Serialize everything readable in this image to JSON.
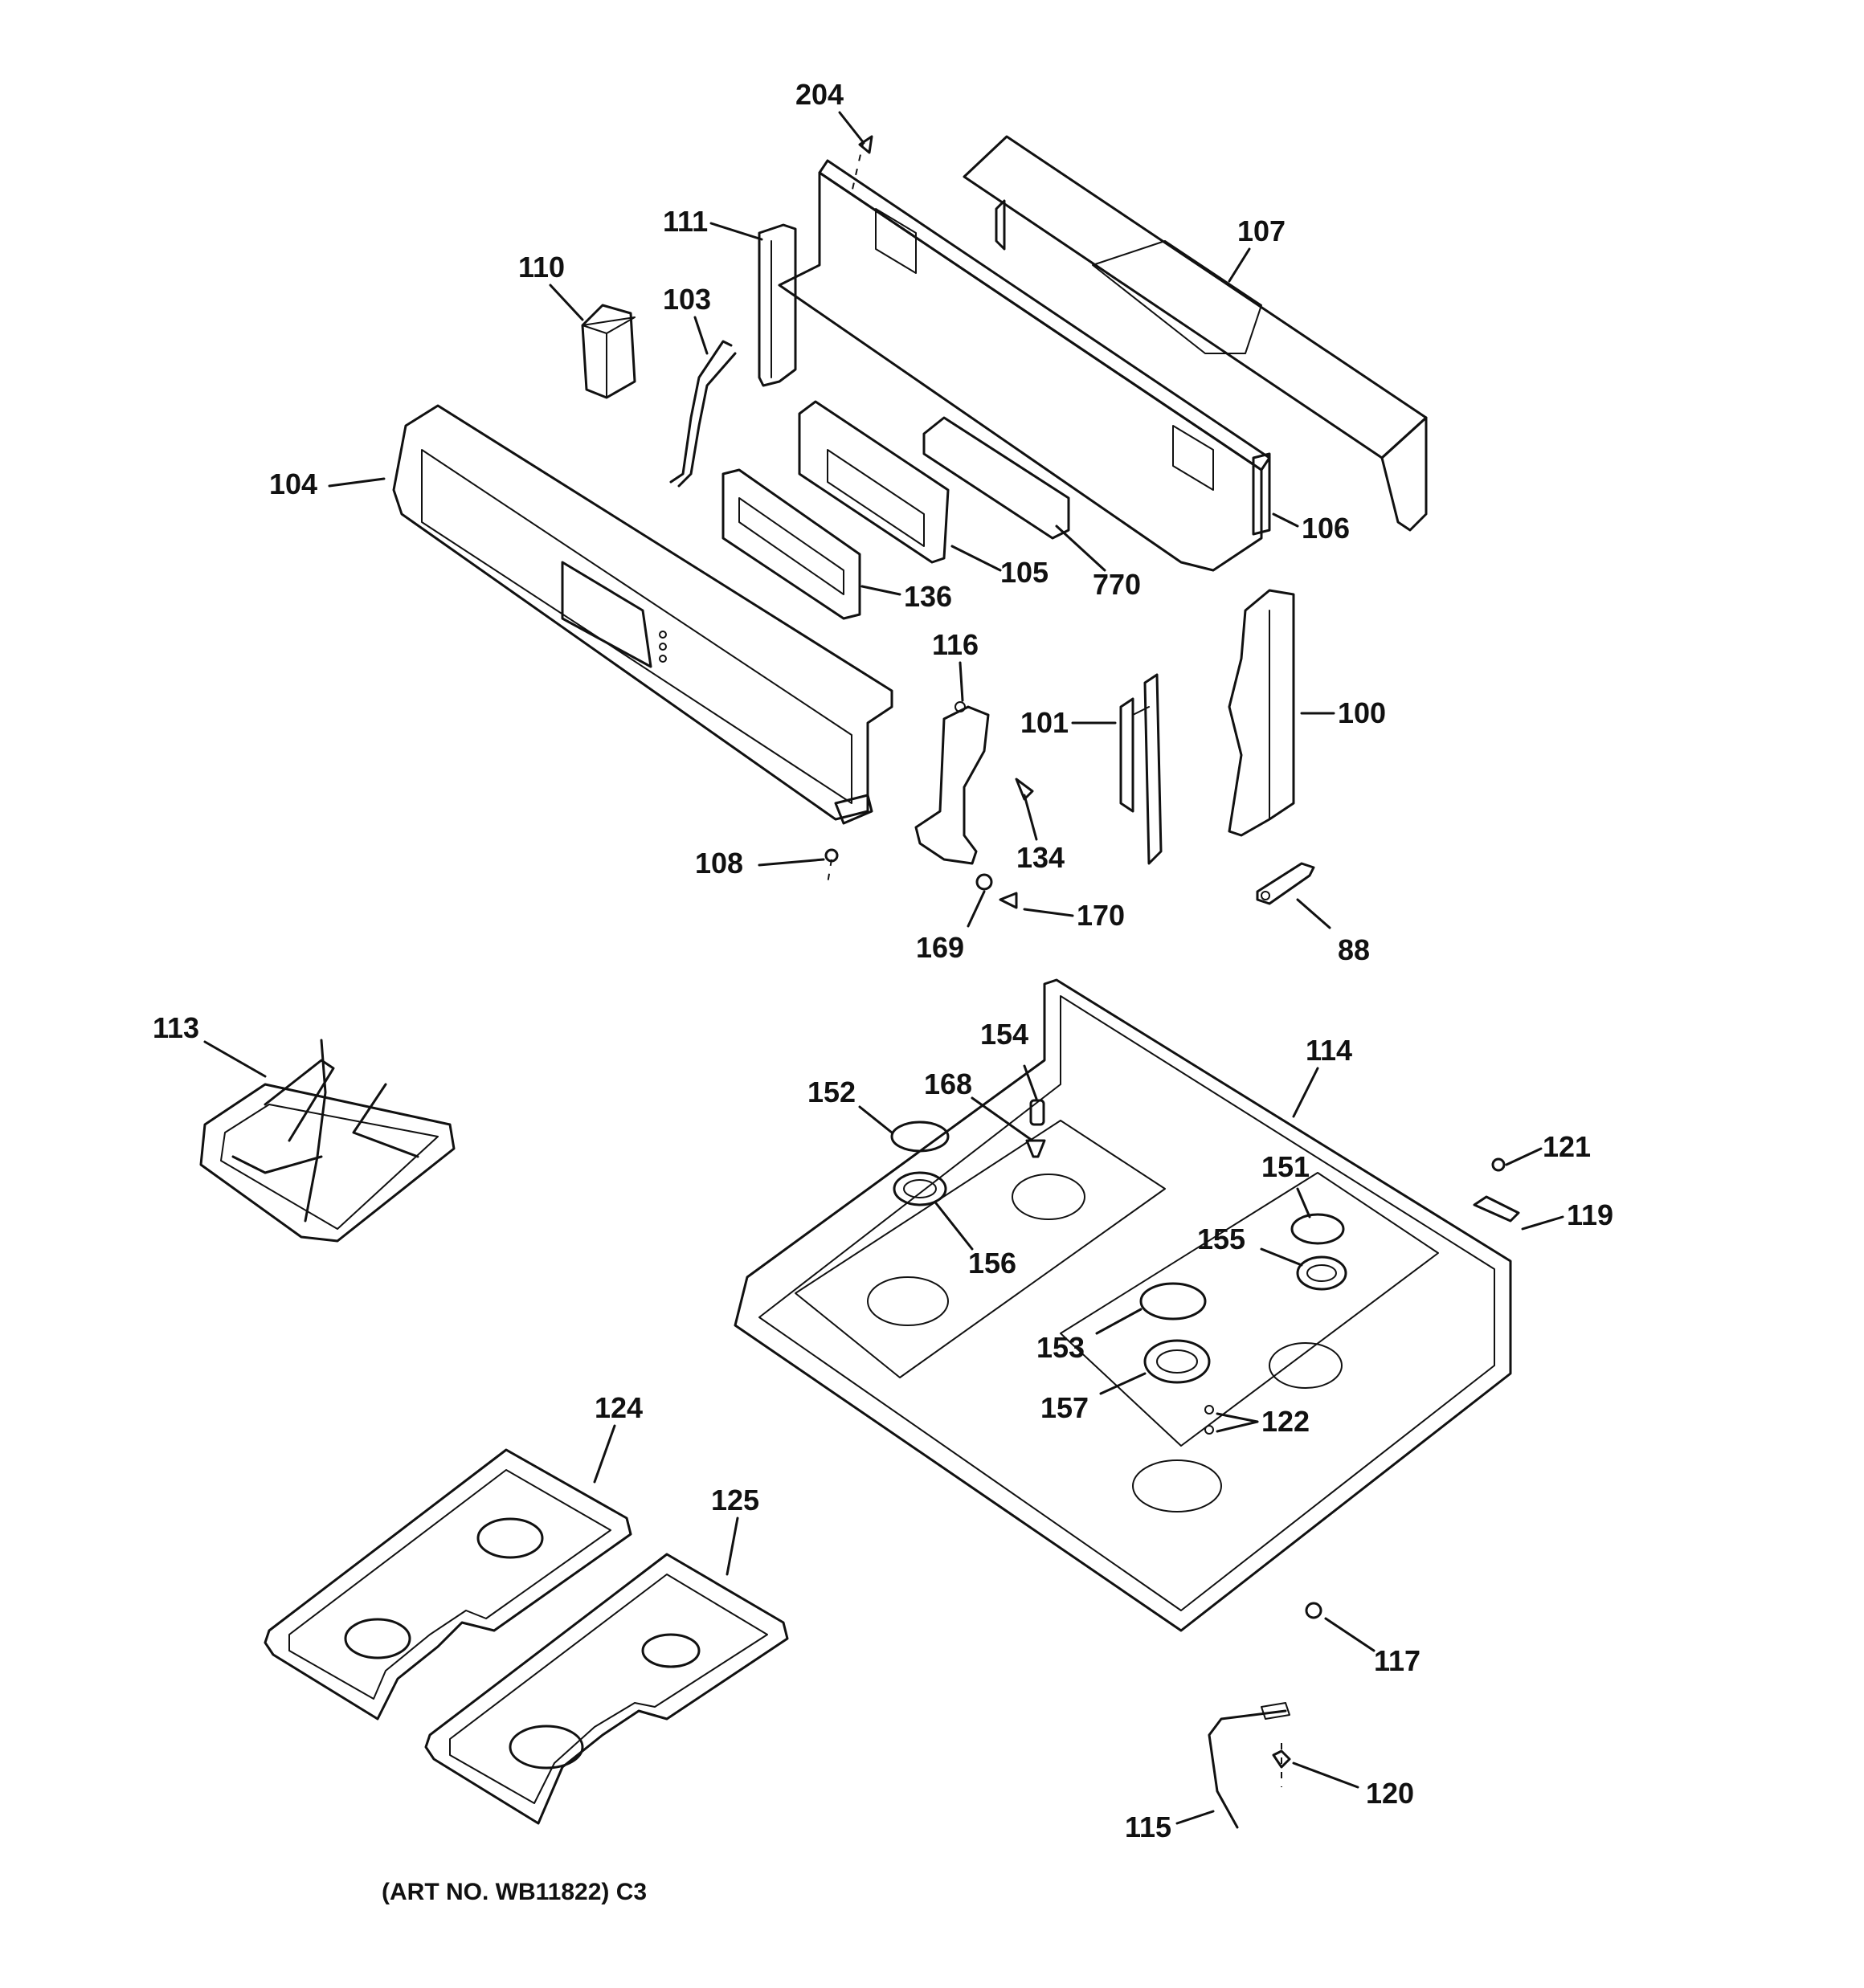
{
  "callouts": {
    "c204": "204",
    "c111": "111",
    "c107": "107",
    "c110": "110",
    "c103": "103",
    "c104": "104",
    "c106": "106",
    "c105": "105",
    "c770": "770",
    "c136": "136",
    "c116": "116",
    "c101": "101",
    "c100": "100",
    "c108": "108",
    "c134": "134",
    "c170": "170",
    "c169": "169",
    "c88": "88",
    "c113": "113",
    "c154": "154",
    "c114": "114",
    "c152": "152",
    "c168": "168",
    "c121": "121",
    "c151": "151",
    "c119": "119",
    "c156": "156",
    "c155": "155",
    "c153": "153",
    "c157": "157",
    "c122": "122",
    "c124": "124",
    "c125": "125",
    "c117": "117",
    "c120": "120",
    "c115": "115"
  },
  "caption": "(ART NO. WB11822) C3"
}
